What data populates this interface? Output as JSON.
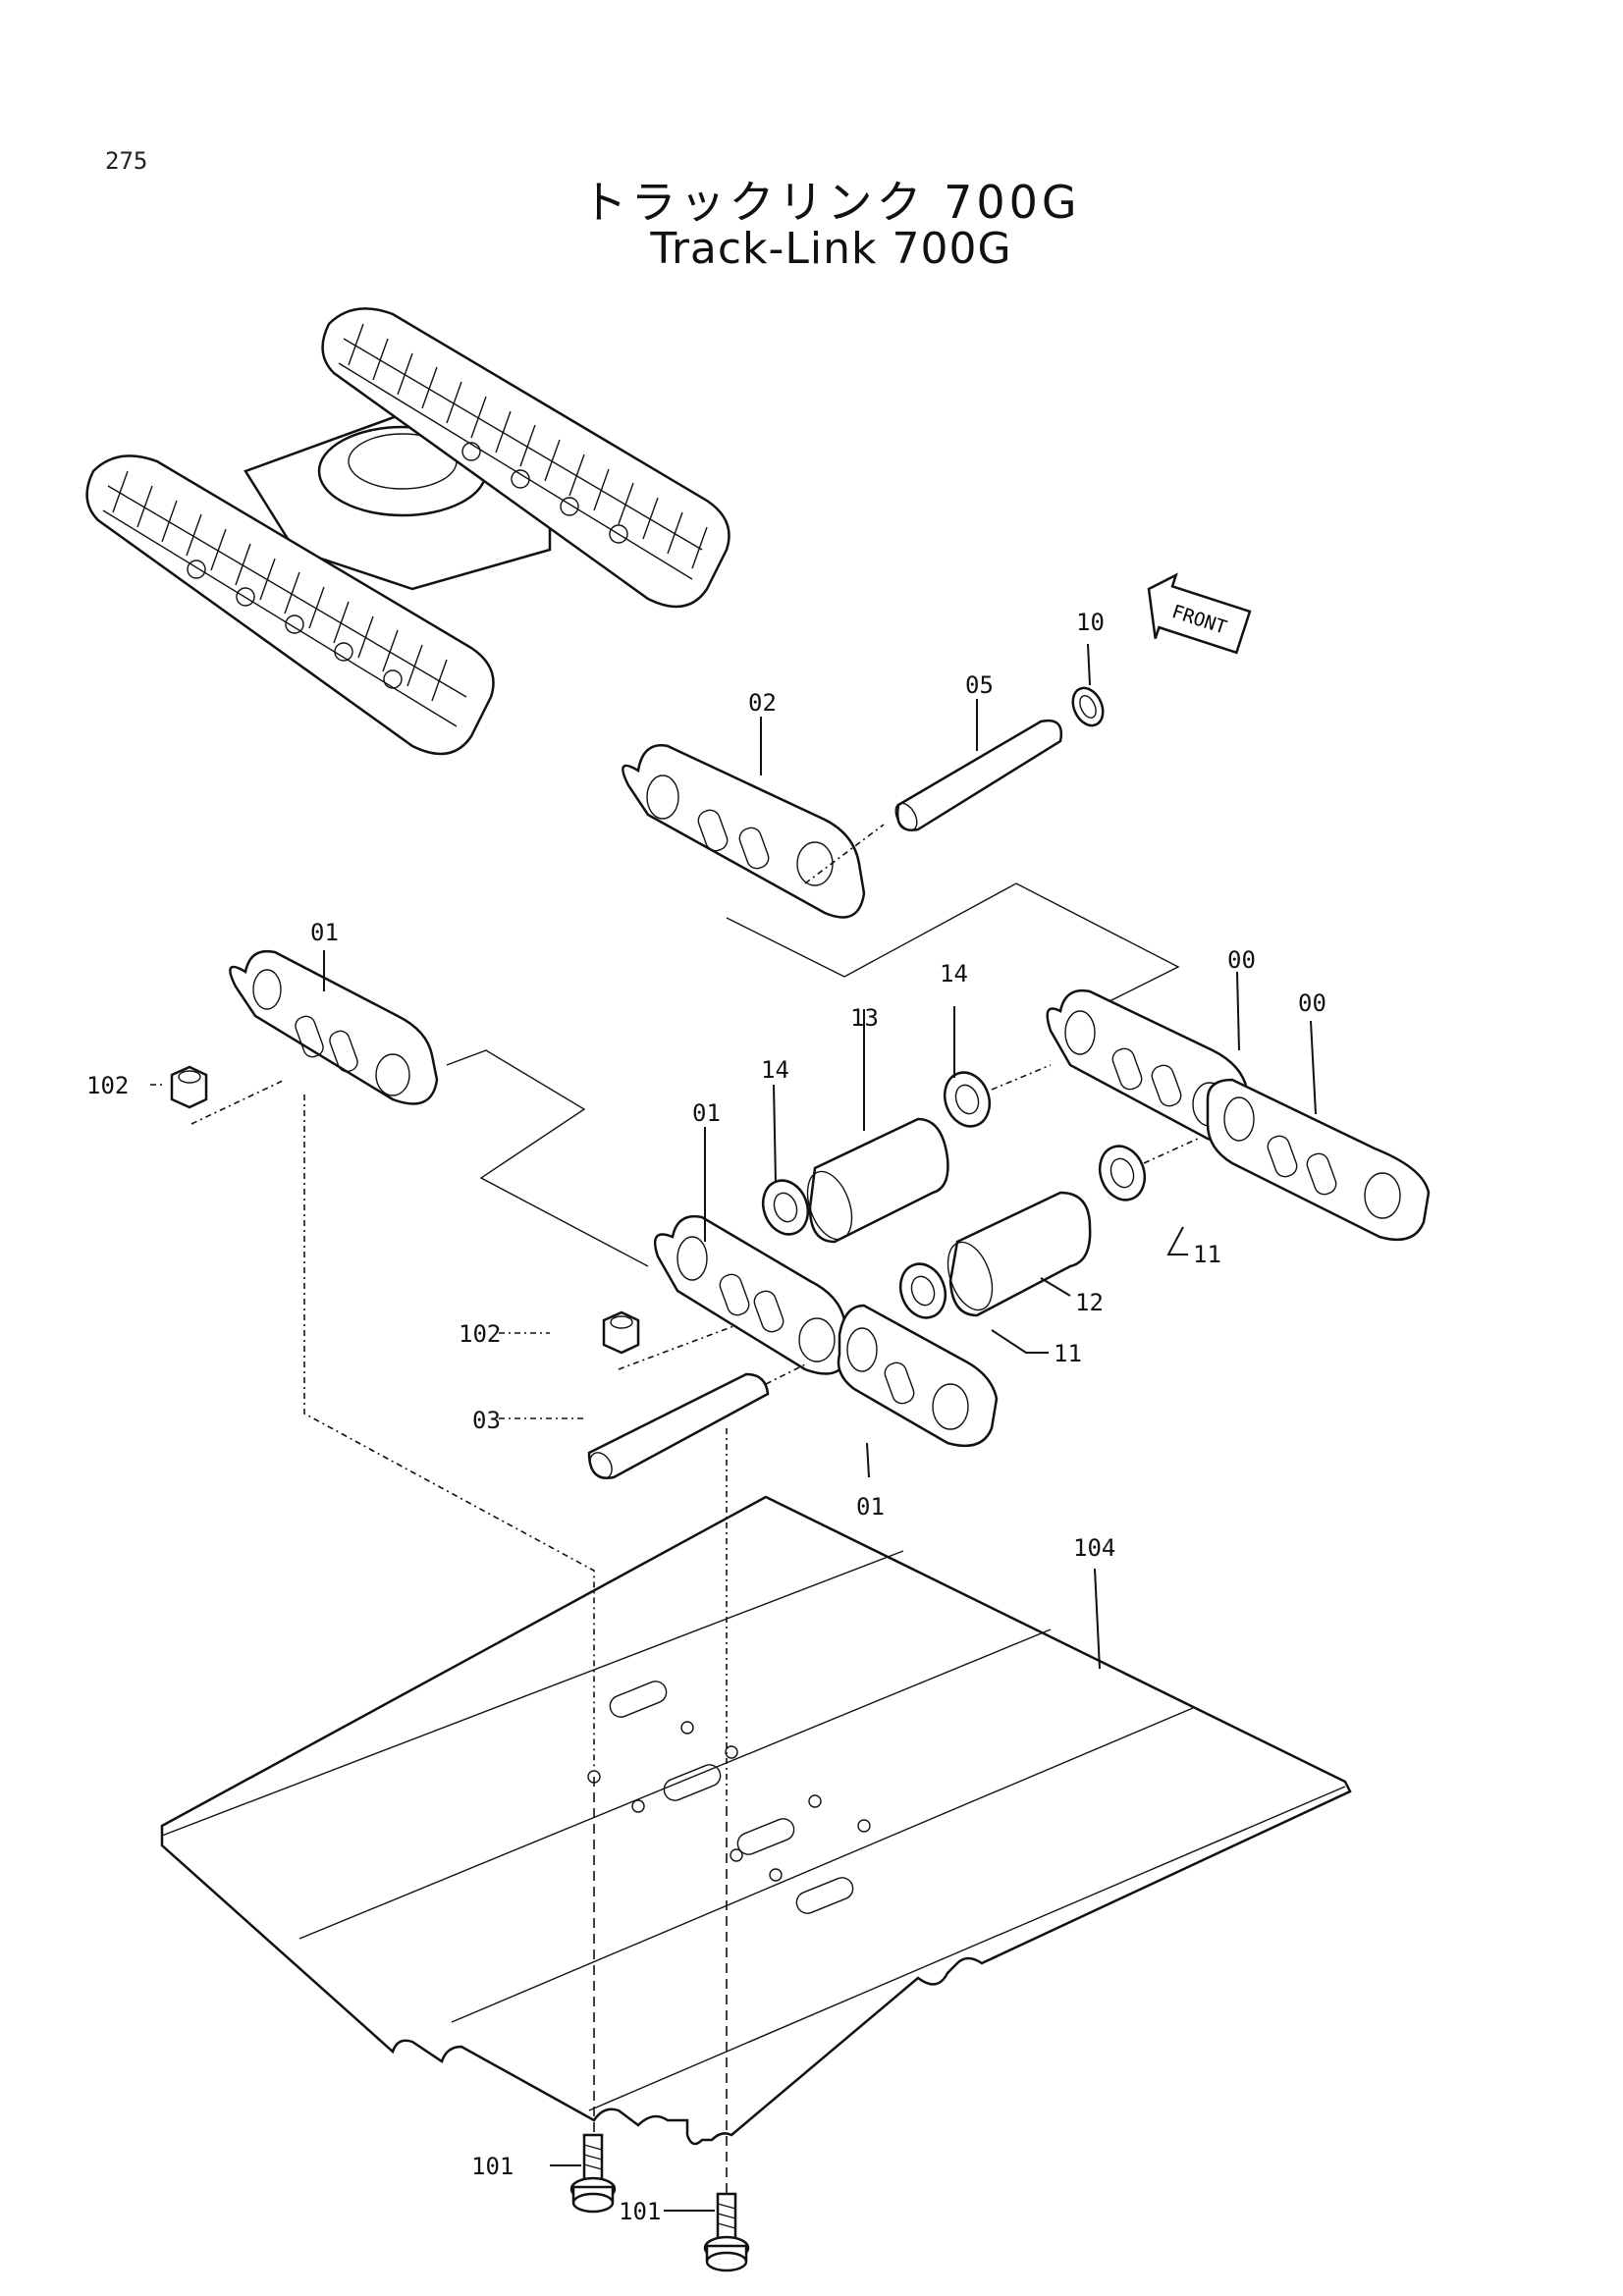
{
  "page_number": "275",
  "title": {
    "japanese": "トラックリンク 700G",
    "english": "Track-Link 700G"
  },
  "front_marker": "FRONT",
  "callouts": {
    "c00a": "00",
    "c00b": "00",
    "c01a": "01",
    "c01b": "01",
    "c01c": "01",
    "c02": "02",
    "c03": "03",
    "c05": "05",
    "c10": "10",
    "c11a": "11",
    "c11b": "11",
    "c12": "12",
    "c13": "13",
    "c14a": "14",
    "c14b": "14",
    "c101a": "101",
    "c101b": "101",
    "c102a": "102",
    "c102b": "102",
    "c104": "104"
  }
}
